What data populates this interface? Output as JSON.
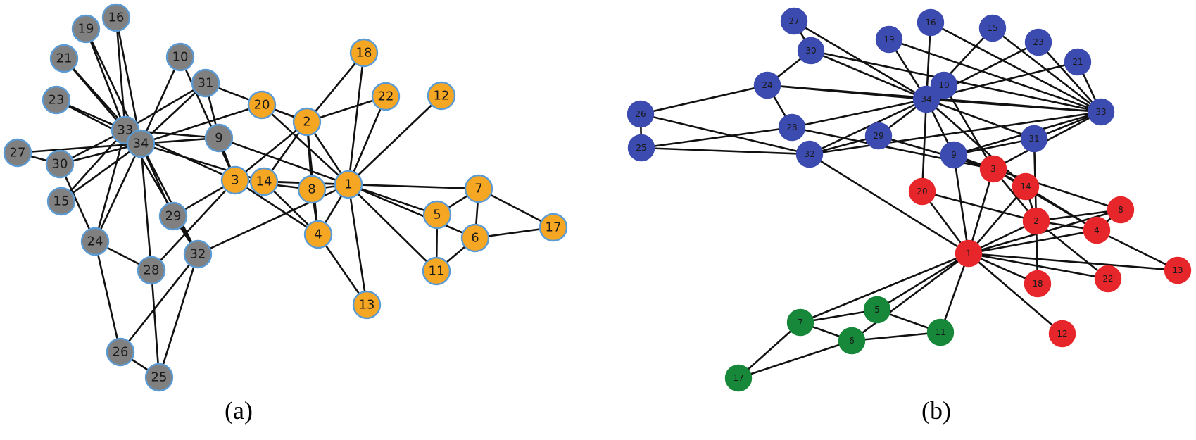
{
  "captions": {
    "a": "(a)",
    "b": "(b)"
  },
  "colors": {
    "a_gray": "#808080",
    "a_orange": "#F5A623",
    "a_outline": "#5B9BD5",
    "b_blue": "#3C4BB0",
    "b_red": "#E6262A",
    "b_green": "#17873A",
    "edge": "#111111"
  },
  "graph_a": {
    "nodes": [
      {
        "id": "1",
        "group": "orange"
      },
      {
        "id": "2",
        "group": "orange"
      },
      {
        "id": "3",
        "group": "orange"
      },
      {
        "id": "4",
        "group": "orange"
      },
      {
        "id": "5",
        "group": "orange"
      },
      {
        "id": "6",
        "group": "orange"
      },
      {
        "id": "7",
        "group": "orange"
      },
      {
        "id": "8",
        "group": "orange"
      },
      {
        "id": "9",
        "group": "gray"
      },
      {
        "id": "10",
        "group": "gray"
      },
      {
        "id": "11",
        "group": "orange"
      },
      {
        "id": "12",
        "group": "orange"
      },
      {
        "id": "13",
        "group": "orange"
      },
      {
        "id": "14",
        "group": "orange"
      },
      {
        "id": "15",
        "group": "gray"
      },
      {
        "id": "16",
        "group": "gray"
      },
      {
        "id": "17",
        "group": "orange"
      },
      {
        "id": "18",
        "group": "orange"
      },
      {
        "id": "19",
        "group": "gray"
      },
      {
        "id": "20",
        "group": "orange"
      },
      {
        "id": "21",
        "group": "gray"
      },
      {
        "id": "22",
        "group": "orange"
      },
      {
        "id": "23",
        "group": "gray"
      },
      {
        "id": "24",
        "group": "gray"
      },
      {
        "id": "25",
        "group": "gray"
      },
      {
        "id": "26",
        "group": "gray"
      },
      {
        "id": "27",
        "group": "gray"
      },
      {
        "id": "28",
        "group": "gray"
      },
      {
        "id": "29",
        "group": "gray"
      },
      {
        "id": "30",
        "group": "gray"
      },
      {
        "id": "31",
        "group": "gray"
      },
      {
        "id": "32",
        "group": "gray"
      },
      {
        "id": "33",
        "group": "gray"
      },
      {
        "id": "34",
        "group": "gray"
      }
    ]
  },
  "graph_b": {
    "nodes": [
      {
        "id": "1",
        "group": "red"
      },
      {
        "id": "2",
        "group": "red"
      },
      {
        "id": "3",
        "group": "red"
      },
      {
        "id": "4",
        "group": "red"
      },
      {
        "id": "5",
        "group": "green"
      },
      {
        "id": "6",
        "group": "green"
      },
      {
        "id": "7",
        "group": "green"
      },
      {
        "id": "8",
        "group": "red"
      },
      {
        "id": "9",
        "group": "blue"
      },
      {
        "id": "10",
        "group": "blue"
      },
      {
        "id": "11",
        "group": "green"
      },
      {
        "id": "12",
        "group": "red"
      },
      {
        "id": "13",
        "group": "red"
      },
      {
        "id": "14",
        "group": "red"
      },
      {
        "id": "15",
        "group": "blue"
      },
      {
        "id": "16",
        "group": "blue"
      },
      {
        "id": "17",
        "group": "green"
      },
      {
        "id": "18",
        "group": "red"
      },
      {
        "id": "19",
        "group": "blue"
      },
      {
        "id": "20",
        "group": "red"
      },
      {
        "id": "21",
        "group": "blue"
      },
      {
        "id": "22",
        "group": "red"
      },
      {
        "id": "23",
        "group": "blue"
      },
      {
        "id": "24",
        "group": "blue"
      },
      {
        "id": "25",
        "group": "blue"
      },
      {
        "id": "26",
        "group": "blue"
      },
      {
        "id": "27",
        "group": "blue"
      },
      {
        "id": "28",
        "group": "blue"
      },
      {
        "id": "29",
        "group": "blue"
      },
      {
        "id": "30",
        "group": "blue"
      },
      {
        "id": "31",
        "group": "blue"
      },
      {
        "id": "32",
        "group": "blue"
      },
      {
        "id": "33",
        "group": "blue"
      },
      {
        "id": "34",
        "group": "blue"
      }
    ]
  },
  "edges": [
    [
      "1",
      "2"
    ],
    [
      "1",
      "3"
    ],
    [
      "1",
      "4"
    ],
    [
      "1",
      "5"
    ],
    [
      "1",
      "6"
    ],
    [
      "1",
      "7"
    ],
    [
      "1",
      "8"
    ],
    [
      "1",
      "9"
    ],
    [
      "1",
      "11"
    ],
    [
      "1",
      "12"
    ],
    [
      "1",
      "13"
    ],
    [
      "1",
      "14"
    ],
    [
      "1",
      "18"
    ],
    [
      "1",
      "20"
    ],
    [
      "1",
      "22"
    ],
    [
      "1",
      "32"
    ],
    [
      "2",
      "3"
    ],
    [
      "2",
      "4"
    ],
    [
      "2",
      "8"
    ],
    [
      "2",
      "14"
    ],
    [
      "2",
      "18"
    ],
    [
      "2",
      "20"
    ],
    [
      "2",
      "22"
    ],
    [
      "2",
      "31"
    ],
    [
      "3",
      "4"
    ],
    [
      "3",
      "8"
    ],
    [
      "3",
      "9"
    ],
    [
      "3",
      "10"
    ],
    [
      "3",
      "14"
    ],
    [
      "3",
      "28"
    ],
    [
      "3",
      "29"
    ],
    [
      "3",
      "33"
    ],
    [
      "4",
      "8"
    ],
    [
      "4",
      "13"
    ],
    [
      "4",
      "14"
    ],
    [
      "5",
      "7"
    ],
    [
      "5",
      "11"
    ],
    [
      "6",
      "7"
    ],
    [
      "6",
      "11"
    ],
    [
      "6",
      "17"
    ],
    [
      "7",
      "17"
    ],
    [
      "9",
      "31"
    ],
    [
      "9",
      "33"
    ],
    [
      "9",
      "34"
    ],
    [
      "10",
      "34"
    ],
    [
      "14",
      "34"
    ],
    [
      "15",
      "33"
    ],
    [
      "15",
      "34"
    ],
    [
      "16",
      "33"
    ],
    [
      "16",
      "34"
    ],
    [
      "19",
      "33"
    ],
    [
      "19",
      "34"
    ],
    [
      "20",
      "34"
    ],
    [
      "21",
      "33"
    ],
    [
      "21",
      "34"
    ],
    [
      "23",
      "33"
    ],
    [
      "23",
      "34"
    ],
    [
      "24",
      "26"
    ],
    [
      "24",
      "28"
    ],
    [
      "24",
      "30"
    ],
    [
      "24",
      "33"
    ],
    [
      "24",
      "34"
    ],
    [
      "25",
      "26"
    ],
    [
      "25",
      "28"
    ],
    [
      "25",
      "32"
    ],
    [
      "26",
      "32"
    ],
    [
      "27",
      "30"
    ],
    [
      "27",
      "34"
    ],
    [
      "28",
      "34"
    ],
    [
      "29",
      "32"
    ],
    [
      "29",
      "34"
    ],
    [
      "30",
      "33"
    ],
    [
      "30",
      "34"
    ],
    [
      "31",
      "33"
    ],
    [
      "31",
      "34"
    ],
    [
      "32",
      "33"
    ],
    [
      "32",
      "34"
    ],
    [
      "33",
      "34"
    ]
  ]
}
